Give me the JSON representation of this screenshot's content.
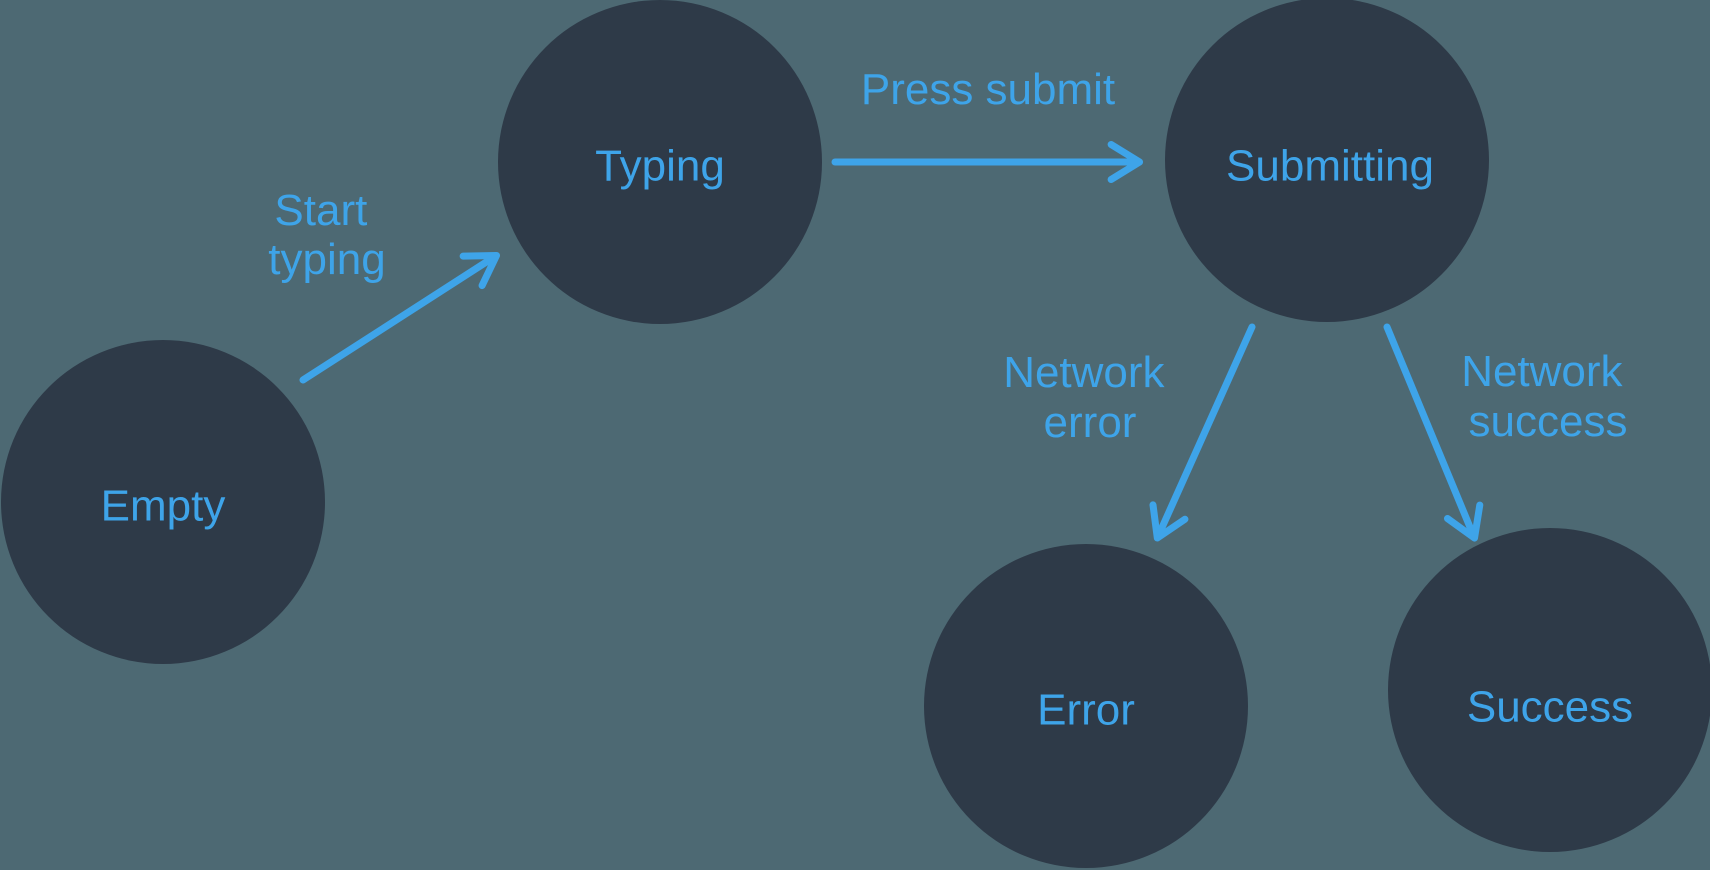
{
  "diagram": {
    "type": "state-machine",
    "colors": {
      "background": "#4D6973",
      "node_fill": "#2E3A48",
      "accent": "#3EA4E9"
    },
    "states": [
      {
        "label": "Empty"
      },
      {
        "label": "Typing"
      },
      {
        "label": "Submitting"
      },
      {
        "label": "Error"
      },
      {
        "label": "Success"
      }
    ],
    "transitions": [
      {
        "from": "Empty",
        "to": "Typing",
        "label_lines": [
          "Start",
          "typing"
        ]
      },
      {
        "from": "Typing",
        "to": "Submitting",
        "label_lines": [
          "Press submit"
        ]
      },
      {
        "from": "Submitting",
        "to": "Error",
        "label_lines": [
          "Network",
          "error"
        ]
      },
      {
        "from": "Submitting",
        "to": "Success",
        "label_lines": [
          "Network",
          "success"
        ]
      }
    ]
  }
}
